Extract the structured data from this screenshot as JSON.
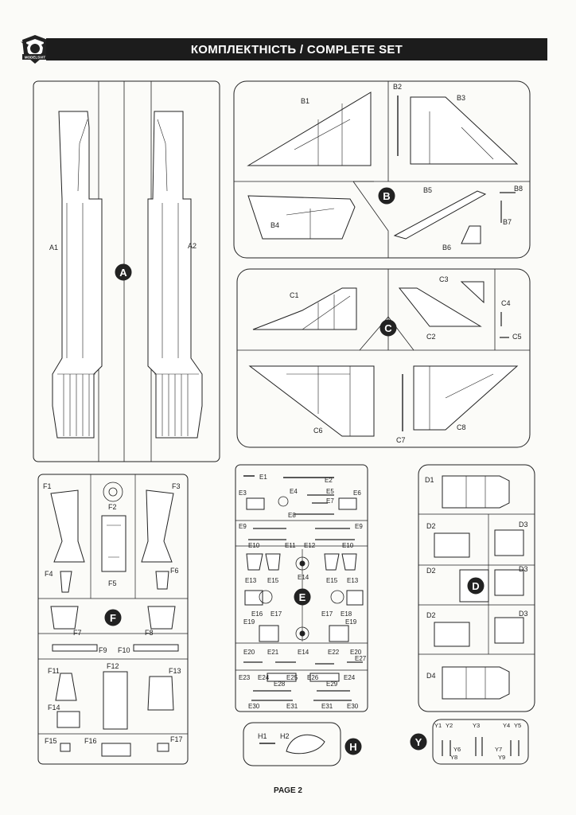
{
  "header": {
    "title": "КОМПЛЕКТНІСТЬ / COMPLETE SET",
    "logo_text": "MODELSVIT"
  },
  "sprues": {
    "A": {
      "letter": "A",
      "parts": [
        "A1",
        "A2"
      ]
    },
    "B": {
      "letter": "B",
      "parts": [
        "B1",
        "B2",
        "B3",
        "B4",
        "B5",
        "B6",
        "B7",
        "B8"
      ]
    },
    "C": {
      "letter": "C",
      "parts": [
        "C1",
        "C2",
        "C3",
        "C4",
        "C5",
        "C6",
        "C7",
        "C8"
      ]
    },
    "D": {
      "letter": "D",
      "parts": [
        "D1",
        "D2",
        "D3",
        "D2",
        "D3",
        "D2",
        "D3",
        "D4"
      ]
    },
    "E": {
      "letter": "E",
      "parts": [
        "E1",
        "E2",
        "E3",
        "E4",
        "E5",
        "E6",
        "E7",
        "E8",
        "E9",
        "E9",
        "E10",
        "E11",
        "E12",
        "E10",
        "E13",
        "E15",
        "E15",
        "E13",
        "E14",
        "E16",
        "E17",
        "E17",
        "E18",
        "E19",
        "E19",
        "E20",
        "E21",
        "E14",
        "E22",
        "E20",
        "E27",
        "E23",
        "E24",
        "E25",
        "E26",
        "E24",
        "E28",
        "E29",
        "E30",
        "E31",
        "E31",
        "E30"
      ]
    },
    "F": {
      "letter": "F",
      "parts": [
        "F1",
        "F2",
        "F3",
        "F4",
        "F5",
        "F6",
        "F7",
        "F8",
        "F9",
        "F10",
        "F11",
        "F12",
        "F13",
        "F14",
        "F15",
        "F16",
        "F17"
      ]
    },
    "H": {
      "letter": "H",
      "parts": [
        "H1",
        "H2"
      ]
    },
    "Y": {
      "letter": "Y",
      "parts": [
        "Y1",
        "Y2",
        "Y3",
        "Y4",
        "Y5",
        "Y6",
        "Y7",
        "Y8",
        "Y9"
      ]
    }
  },
  "footer": {
    "page": "PAGE 2"
  }
}
